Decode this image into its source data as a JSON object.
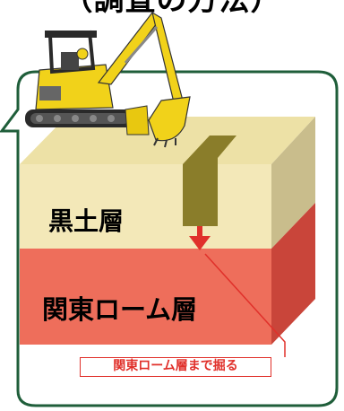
{
  "header": {
    "title": "（調査の方法）"
  },
  "layers": {
    "top_label": "黒土層",
    "bottom_label": "関東ローム層"
  },
  "callout": {
    "text": "関東ローム層まで掘る"
  },
  "colors": {
    "frame": "#1f5e3a",
    "black_soil_front": "#f3e8b8",
    "black_soil_side": "#c9bd8c",
    "kanto_loam_front": "#ee6e5b",
    "kanto_loam_side": "#c9453a",
    "pit": "#8a7d2a",
    "arrow": "#e0302a",
    "excavator": "#f1d21a"
  },
  "icons": [
    "excavator-icon",
    "down-arrow-icon"
  ]
}
